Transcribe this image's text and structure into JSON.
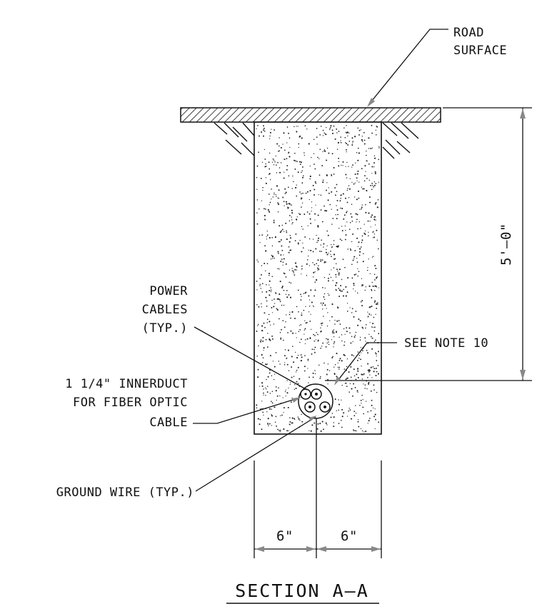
{
  "labels": {
    "road_surface": [
      "ROAD",
      "SURFACE"
    ],
    "depth": "5'–0\"",
    "power_cables": [
      "POWER",
      "CABLES",
      "(TYP.)"
    ],
    "see_note": "SEE NOTE 10",
    "innerduct": [
      "1 1/4\" INNERDUCT",
      "FOR FIBER OPTIC",
      "CABLE"
    ],
    "ground_wire": "GROUND WIRE (TYP.)",
    "width_left": "6\"",
    "width_right": "6\""
  },
  "title": "SECTION A–A"
}
